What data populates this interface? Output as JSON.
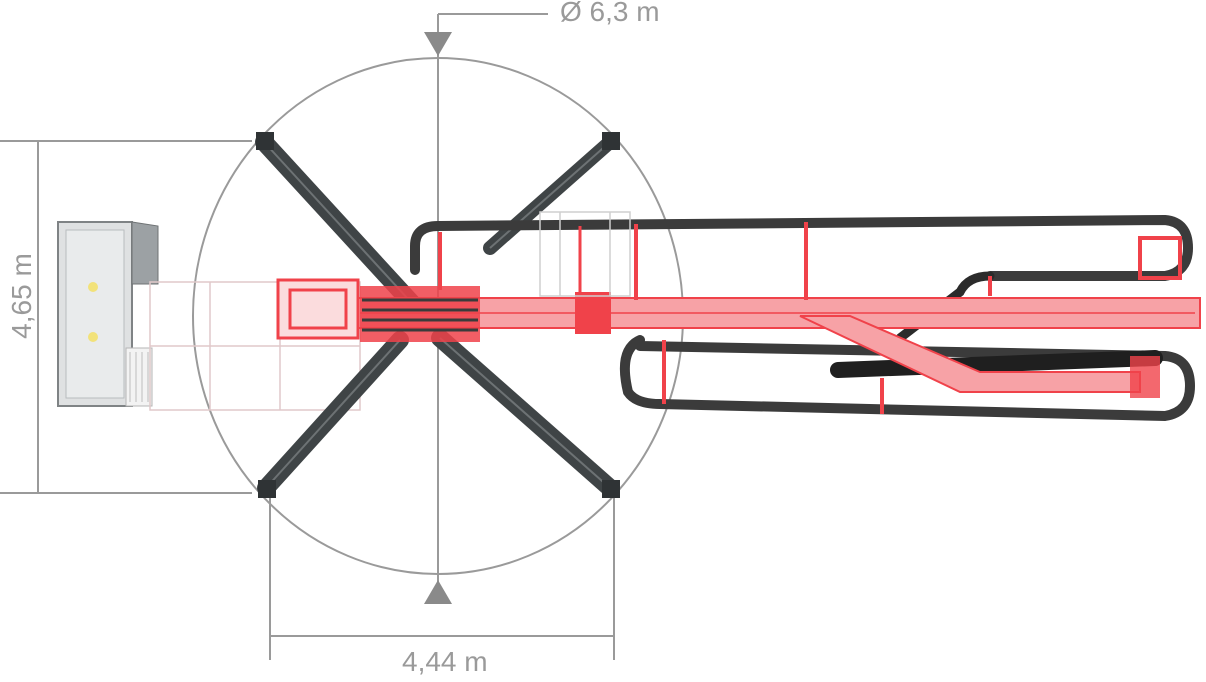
{
  "dimensions": {
    "diameter": "Ø 6,3 m",
    "width": "4,44  m",
    "height": "4,65  m"
  },
  "colors": {
    "boom_red": "#f0424a",
    "boom_pink": "#f7a2a6",
    "pipe_dark": "#3b3b3b",
    "dim_line": "#9a9a9a",
    "arrow": "#8a8a8a",
    "outrigger": "#3f4446",
    "cabinet": "#dfe1e2",
    "lamp": "#f2e27a"
  }
}
